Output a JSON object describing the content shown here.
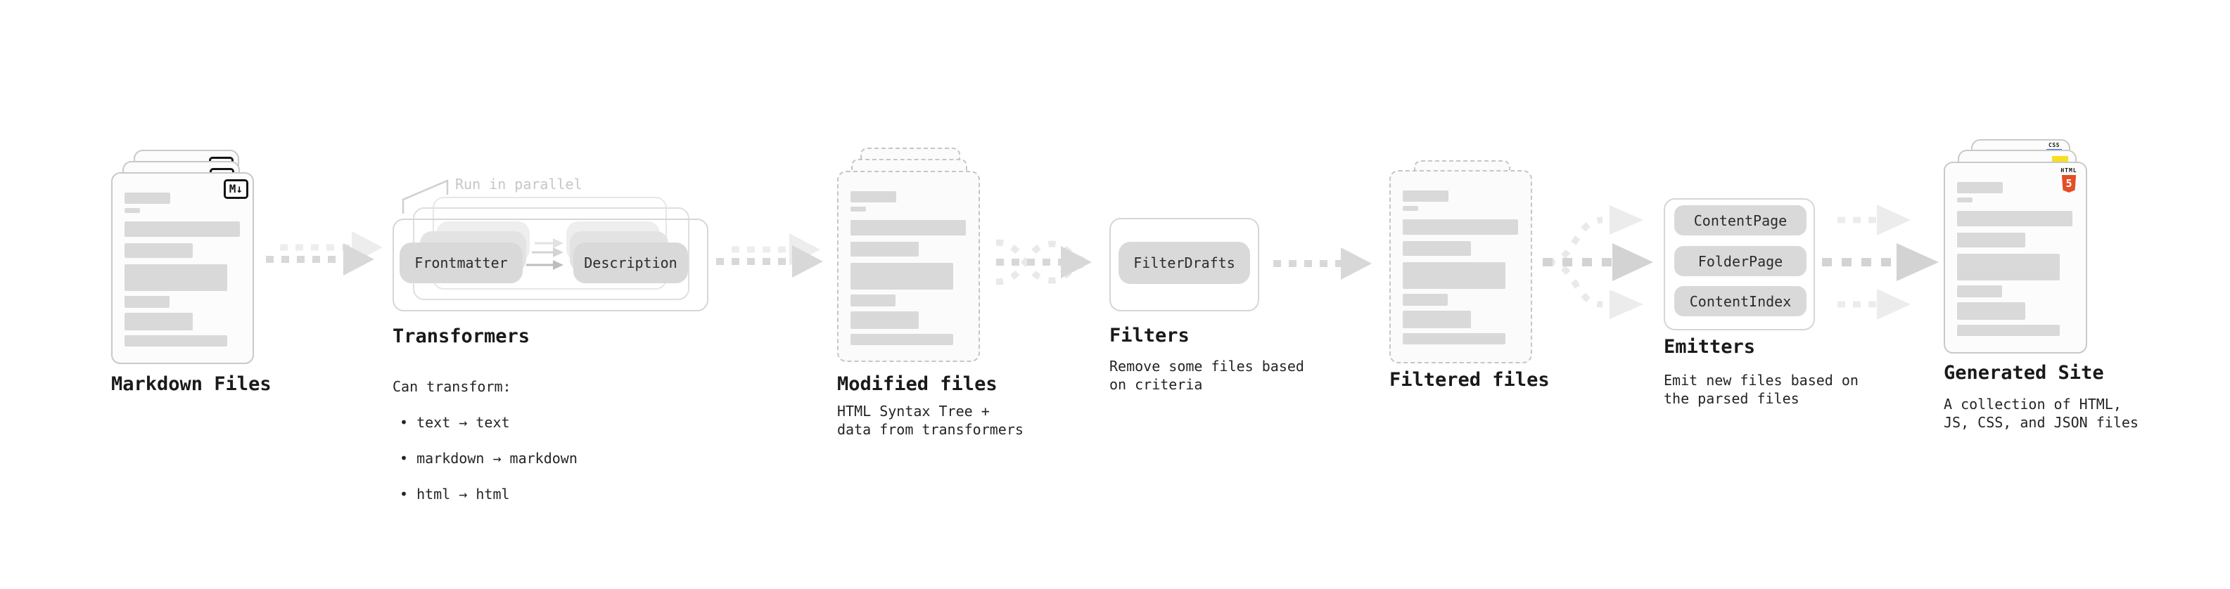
{
  "diagram": {
    "markdown_files": {
      "title": "Markdown Files"
    },
    "transformers": {
      "note": "Run in parallel",
      "pill_left": "Frontmatter",
      "pill_right": "Description",
      "title": "Transformers",
      "desc_heading": "Can transform:",
      "bullets": [
        "• text → text",
        "• markdown → markdown",
        "• html → html"
      ]
    },
    "modified_files": {
      "title": "Modified files",
      "desc": "HTML Syntax Tree +\ndata from transformers"
    },
    "filters": {
      "title": "Filters",
      "pill": "FilterDrafts",
      "desc": "Remove some files based\non criteria"
    },
    "filtered_files": {
      "title": "Filtered files"
    },
    "emitters": {
      "title": "Emitters",
      "pills": [
        "ContentPage",
        "FolderPage",
        "ContentIndex"
      ],
      "desc": "Emit new files based on\nthe parsed files"
    },
    "generated_site": {
      "title": "Generated Site",
      "desc": "A collection of HTML,\nJS, CSS, and JSON files"
    },
    "badges": {
      "markdown": "M↓",
      "html5_label": "HTML",
      "html5_number": "5",
      "css_label": "CSS"
    },
    "colors": {
      "html5_orange": "#e44d26",
      "js_yellow": "#f7df1e",
      "css_blue": "#2965f1",
      "card_border": "#c9c9c9",
      "placeholder_gray": "#d9d9d9",
      "arrow_gray": "#d8d8d8",
      "arrow_light": "#ececec",
      "text_dark": "#1a1a1a",
      "note_gray": "#c6c6c6"
    }
  }
}
